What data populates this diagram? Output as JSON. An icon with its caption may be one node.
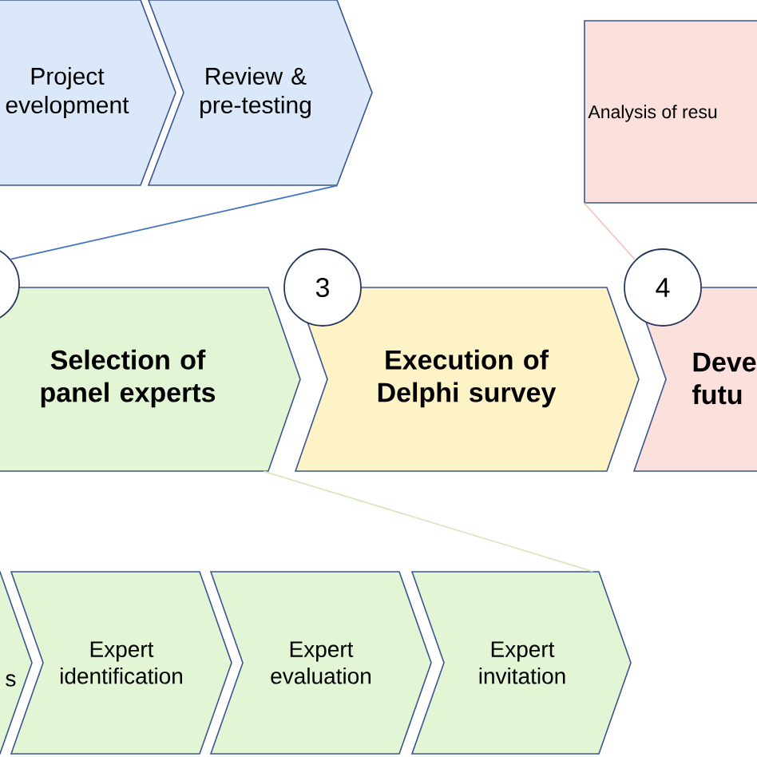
{
  "diagram": {
    "nodes": [
      {
        "text": [
          "Project evelopment"
        ]
      },
      {
        "text": [
          "Review & pre-testing"
        ]
      },
      {
        "text": [
          "Analysis of resu"
        ]
      },
      {
        "text": [],
        "shape": "circle"
      },
      {
        "text": [
          "Selection of panel experts"
        ]
      },
      {
        "text": [
          "3"
        ]
      },
      {
        "text": [
          "Execution of Delphi survey"
        ]
      },
      {
        "text": [
          "4"
        ]
      },
      {
        "text": [
          "Deve futu"
        ]
      },
      {
        "text": [
          "s"
        ]
      },
      {
        "text": [
          "Expert identification"
        ]
      },
      {
        "text": [
          "Expert evaluation"
        ]
      },
      {
        "text": [
          "Expert invitation"
        ]
      }
    ],
    "edges": [
      {
        "from": 1,
        "to": 3,
        "arrow": "none",
        "color": "#4472c4"
      },
      {
        "from": 4,
        "to": 12,
        "arrow": "none",
        "color": "#d5e8c0"
      },
      {
        "from": 2,
        "to": 7,
        "arrow": "none",
        "color": "#f4c7c0"
      }
    ]
  }
}
